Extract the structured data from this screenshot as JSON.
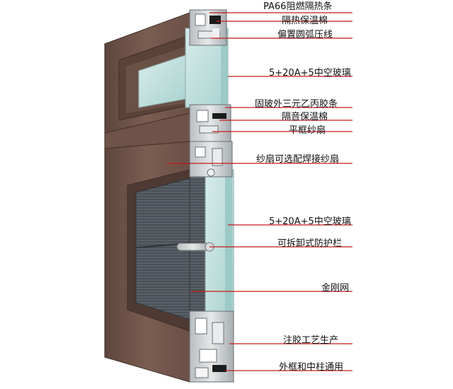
{
  "colors": {
    "frame": "#7a5c50",
    "frame_dark": "#4e3a33",
    "frame_light": "#9c7e71",
    "aluminum": "#cfd2d4",
    "aluminum_dark": "#8e9396",
    "glass": "#bfe0df",
    "screen_mesh": "#4a4f55",
    "leader_line": "#c41a1a",
    "label_text": "#111111"
  },
  "callouts": [
    {
      "id": "pa66",
      "text": "PA66阻燃隔热条"
    },
    {
      "id": "insul-cotton",
      "text": "隔热保温棉"
    },
    {
      "id": "bead",
      "text": "偏置圆弧压线"
    },
    {
      "id": "glass-top",
      "text": "5+20A+5中空玻璃"
    },
    {
      "id": "epdm",
      "text": "固玻外三元乙丙胶条"
    },
    {
      "id": "sound-cotton",
      "text": "隔音保温棉"
    },
    {
      "id": "flat-sash",
      "text": "平框纱扇"
    },
    {
      "id": "weld-sash",
      "text": "纱扇可选配焊接纱扇"
    },
    {
      "id": "glass-bottom",
      "text": "5+20A+5中空玻璃"
    },
    {
      "id": "guard",
      "text": "可拆卸式防护栏"
    },
    {
      "id": "mesh",
      "text": "金刚网"
    },
    {
      "id": "glue",
      "text": "注胶工艺生产"
    },
    {
      "id": "frame-mullion",
      "text": "外框和中柱通用"
    }
  ]
}
